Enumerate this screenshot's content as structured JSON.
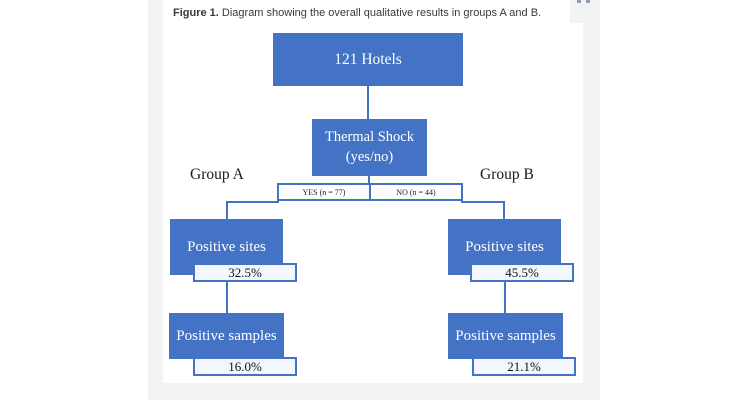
{
  "caption": {
    "label": "Figure 1.",
    "text": "Diagram showing the overall qualitative results in groups A and B."
  },
  "flowchart": {
    "root": {
      "label": "121 Hotels"
    },
    "decision": {
      "line1": "Thermal Shock",
      "line2": "(yes/no)"
    },
    "split": {
      "yes": "YES (n = 77)",
      "no": "NO (n = 44)"
    },
    "groups": [
      {
        "name": "Group A",
        "sites_label": "Positive sites",
        "sites_value": "32.5%",
        "samples_label": "Positive samples",
        "samples_value": "16.0%"
      },
      {
        "name": "Group B",
        "sites_label": "Positive sites",
        "sites_value": "45.5%",
        "samples_label": "Positive samples",
        "samples_value": "21.1%"
      }
    ]
  },
  "colors": {
    "node_fill": "#4472C4",
    "connector": "#4472C4",
    "value_box_fill": "#f3f6fc",
    "value_box_border": "#4472C4",
    "backdrop_gray": "#f2f3f4"
  }
}
